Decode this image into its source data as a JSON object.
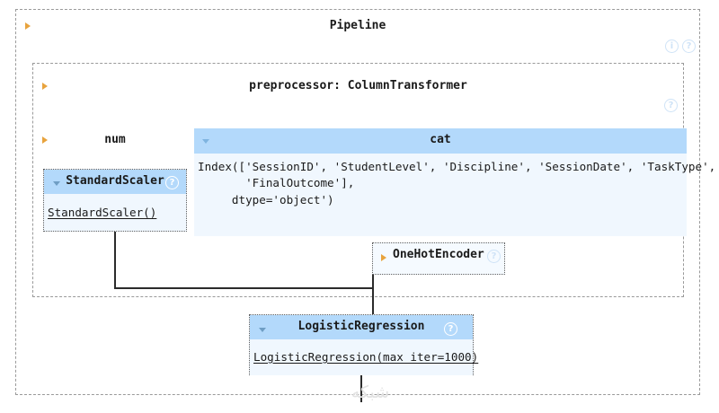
{
  "diagram": {
    "type": "sklearn-pipeline-repr",
    "root": {
      "title": "Pipeline",
      "expander": "triangle-right",
      "icons": [
        "info-icon",
        "help-icon"
      ]
    },
    "preprocessor": {
      "title": "preprocessor: ColumnTransformer",
      "expander": "triangle-right",
      "icons": [
        "help-icon"
      ]
    },
    "columns": [
      {
        "name": "num",
        "expander": "triangle-right",
        "header_style": "plain",
        "estimator": {
          "title": "StandardScaler",
          "expander": "triangle-down",
          "repr": "StandardScaler()",
          "icons": [
            "help-icon"
          ]
        }
      },
      {
        "name": "cat",
        "expander": "triangle-down",
        "header_style": "blue",
        "body": "Index(['SessionID', 'StudentLevel', 'Discipline', 'SessionDate', 'TaskType',\n       'FinalOutcome'],\n     dtype='object')",
        "columns_list": [
          "SessionID",
          "StudentLevel",
          "Discipline",
          "SessionDate",
          "TaskType",
          "FinalOutcome"
        ],
        "dtype": "object",
        "estimator": {
          "title": "OneHotEncoder",
          "expander": "triangle-right",
          "icons": [
            "help-icon"
          ]
        }
      }
    ],
    "final_estimator": {
      "title": "LogisticRegression",
      "expander": "triangle-down",
      "repr": "LogisticRegression(max_iter=1000)",
      "icons": [
        "help-icon"
      ]
    },
    "watermark": "شبکه",
    "colors": {
      "header_blue": "#b3d9fb",
      "body_blue": "#f0f7fe",
      "box_border": "#5f5f5f",
      "dash_border": "#9a9a9a",
      "connector": "#2b2b2b",
      "triangle_orange": "#e8a33d",
      "icon_light_blue": "#cfe3f7"
    }
  }
}
